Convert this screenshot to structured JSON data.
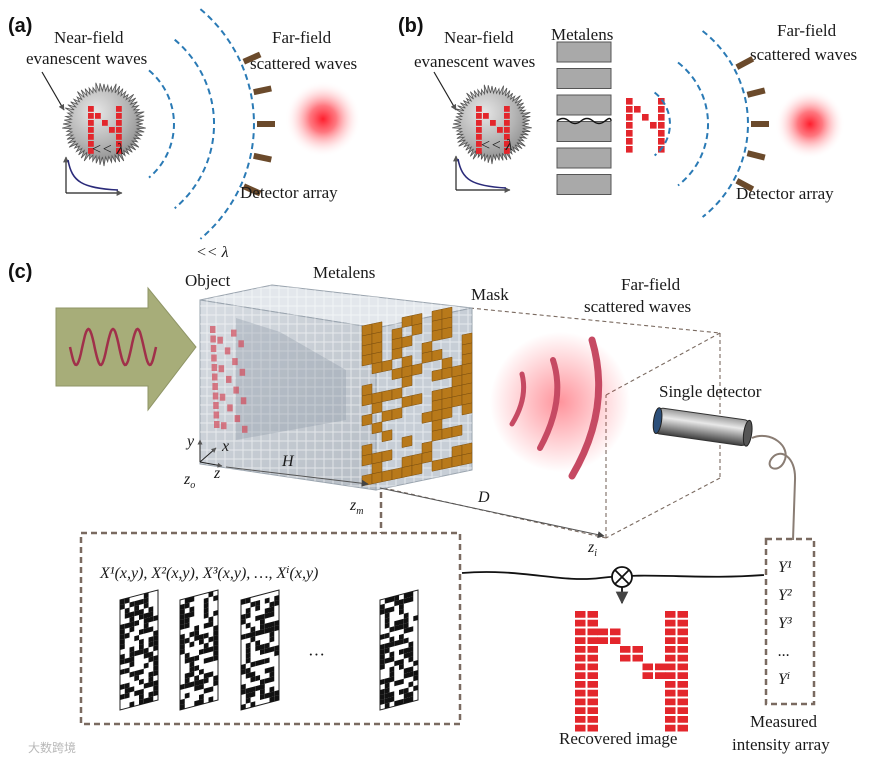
{
  "panels": {
    "a": "(a)",
    "b": "(b)",
    "c": "(c)"
  },
  "panel_a": {
    "near_field_line1": "Near-field",
    "near_field_line2": "evanescent waves",
    "far_field_line1": "Far-field",
    "far_field_line2": "scattered waves",
    "detector": "Detector array",
    "sub_lambda": "<< λ",
    "glyph": "N"
  },
  "panel_b": {
    "metalens": "Metalens",
    "near_field_line1": "Near-field",
    "near_field_line2": "evanescent waves",
    "far_field_line1": "Far-field",
    "far_field_line2": "scattered waves",
    "detector": "Detector array",
    "sub_lambda": "<< λ",
    "glyph": "N"
  },
  "panel_c": {
    "sub_lambda": "<< λ",
    "object": "Object",
    "metalens": "Metalens",
    "mask": "Mask",
    "far_field_line1": "Far-field",
    "far_field_line2": "scattered waves",
    "single_detector": "Single detector",
    "axis_y": "y",
    "axis_x": "x",
    "axis_z": "z",
    "z_o": "z",
    "z_o_sub": "o",
    "z_m": "z",
    "z_m_sub": "m",
    "z_i": "z",
    "z_i_sub": "i",
    "H": "H",
    "D": "D",
    "patterns_label": "X¹(x,y), X²(x,y), X³(x,y),  …, Xⁱ(x,y)",
    "ellipsis": "···",
    "measurements": [
      "Y¹",
      "Y²",
      "Y³",
      "...",
      "Yⁱ"
    ],
    "recovered": "Recovered image",
    "measured_line1": "Measured",
    "measured_line2": "intensity array",
    "multiply_symbol": "⊗"
  },
  "watermark": "大数跨境",
  "colors": {
    "wave_dashed": "#2a7ab5",
    "detector_brown": "#6b4a2b",
    "glyph_red": "#e3262c",
    "mask_gold": "#b8791a",
    "arrow_olive": "#a7ad79",
    "dashed_box": "#7a6a60"
  }
}
